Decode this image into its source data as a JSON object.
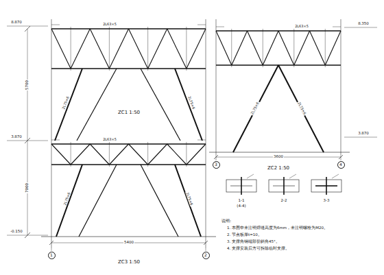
{
  "diagram": {
    "nodes": [
      {
        "text": [
          "1"
        ]
      },
      {
        "text": [
          "2"
        ]
      },
      {
        "text": [
          "3"
        ]
      },
      {
        "text": [
          "4"
        ]
      }
    ],
    "labels": [
      "ZC1 1:50",
      "ZC3 1:50",
      "ZC2 1:50",
      "8.870",
      "3.870",
      "-0.150",
      "5700",
      "7000",
      "5400",
      "3600",
      "8.350",
      "3.870",
      "2L63×5",
      "2L63×5",
      "2L63×5",
      "2L75×6",
      "2L75×6",
      "2L75×6",
      "2L75×6",
      "2L75×6",
      "2L75×6",
      "1-1",
      "(4-4)",
      "2-2",
      "3-3",
      "说明:",
      "1. 本图中未注明焊缝高度为6mm，未注明螺栓为M20。",
      "2. 节点板厚t=10。",
      "3. 支撑角钢端部切斜角45°。",
      "4. 支撑安装后方可拆除临时支撑。"
    ]
  }
}
